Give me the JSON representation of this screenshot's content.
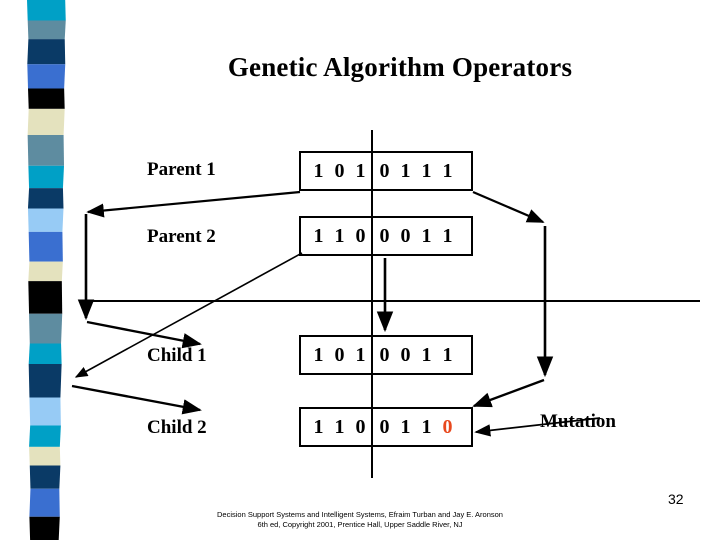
{
  "slide": {
    "title": "Genetic Algorithm Operators",
    "page_number": "32",
    "footer_line1": "Decision Support Systems and Intelligent Systems, Efraim Turban and Jay E. Aronson",
    "footer_line2": "6th ed, Copyright 2001, Prentice Hall, Upper Saddle River, NJ"
  },
  "annotations": {
    "mutation_label": "Mutation"
  },
  "colors": {
    "mutation_bit": "#E8491E",
    "line": "#000000",
    "text": "#000000",
    "background": "#FFFFFF"
  },
  "rows": [
    {
      "label": "Parent 1",
      "bits": [
        "1",
        "0",
        "1",
        "0",
        "1",
        "1",
        "1"
      ],
      "mutated_index": -1,
      "crossover_after": 3
    },
    {
      "label": "Parent 2",
      "bits": [
        "1",
        "1",
        "0",
        "0",
        "0",
        "1",
        "1"
      ],
      "mutated_index": -1,
      "crossover_after": 3
    },
    {
      "label": "Child 1",
      "bits": [
        "1",
        "0",
        "1",
        "0",
        "0",
        "1",
        "1"
      ],
      "mutated_index": -1,
      "crossover_after": 3
    },
    {
      "label": "Child 2",
      "bits": [
        "1",
        "1",
        "0",
        "0",
        "1",
        "1",
        "0"
      ],
      "mutated_index": 6,
      "crossover_after": 3
    }
  ],
  "stripe": {
    "bands": [
      {
        "color": "#00A0C6",
        "h": 22
      },
      {
        "color": "#5E8CA0",
        "h": 20
      },
      {
        "color": "#0A3A66",
        "h": 27
      },
      {
        "color": "#3A6FD0",
        "h": 26
      },
      {
        "color": "#000000",
        "h": 22
      },
      {
        "color": "#E4E2BE",
        "h": 28
      },
      {
        "color": "#5E8CA0",
        "h": 33
      },
      {
        "color": "#00A0C6",
        "h": 24
      },
      {
        "color": "#0A3A66",
        "h": 22
      },
      {
        "color": "#97CBF5",
        "h": 25
      },
      {
        "color": "#3A6FD0",
        "h": 32
      },
      {
        "color": "#E4E2BE",
        "h": 21
      },
      {
        "color": "#000000",
        "h": 35
      },
      {
        "color": "#5E8CA0",
        "h": 32
      },
      {
        "color": "#00A0C6",
        "h": 22
      },
      {
        "color": "#0A3A66",
        "h": 36
      },
      {
        "color": "#97CBF5",
        "h": 30
      },
      {
        "color": "#00A0C6",
        "h": 23
      },
      {
        "color": "#E4E2BE",
        "h": 20
      },
      {
        "color": "#0A3A66",
        "h": 25
      },
      {
        "color": "#3A6FD0",
        "h": 30
      },
      {
        "color": "#000000",
        "h": 25
      }
    ]
  }
}
